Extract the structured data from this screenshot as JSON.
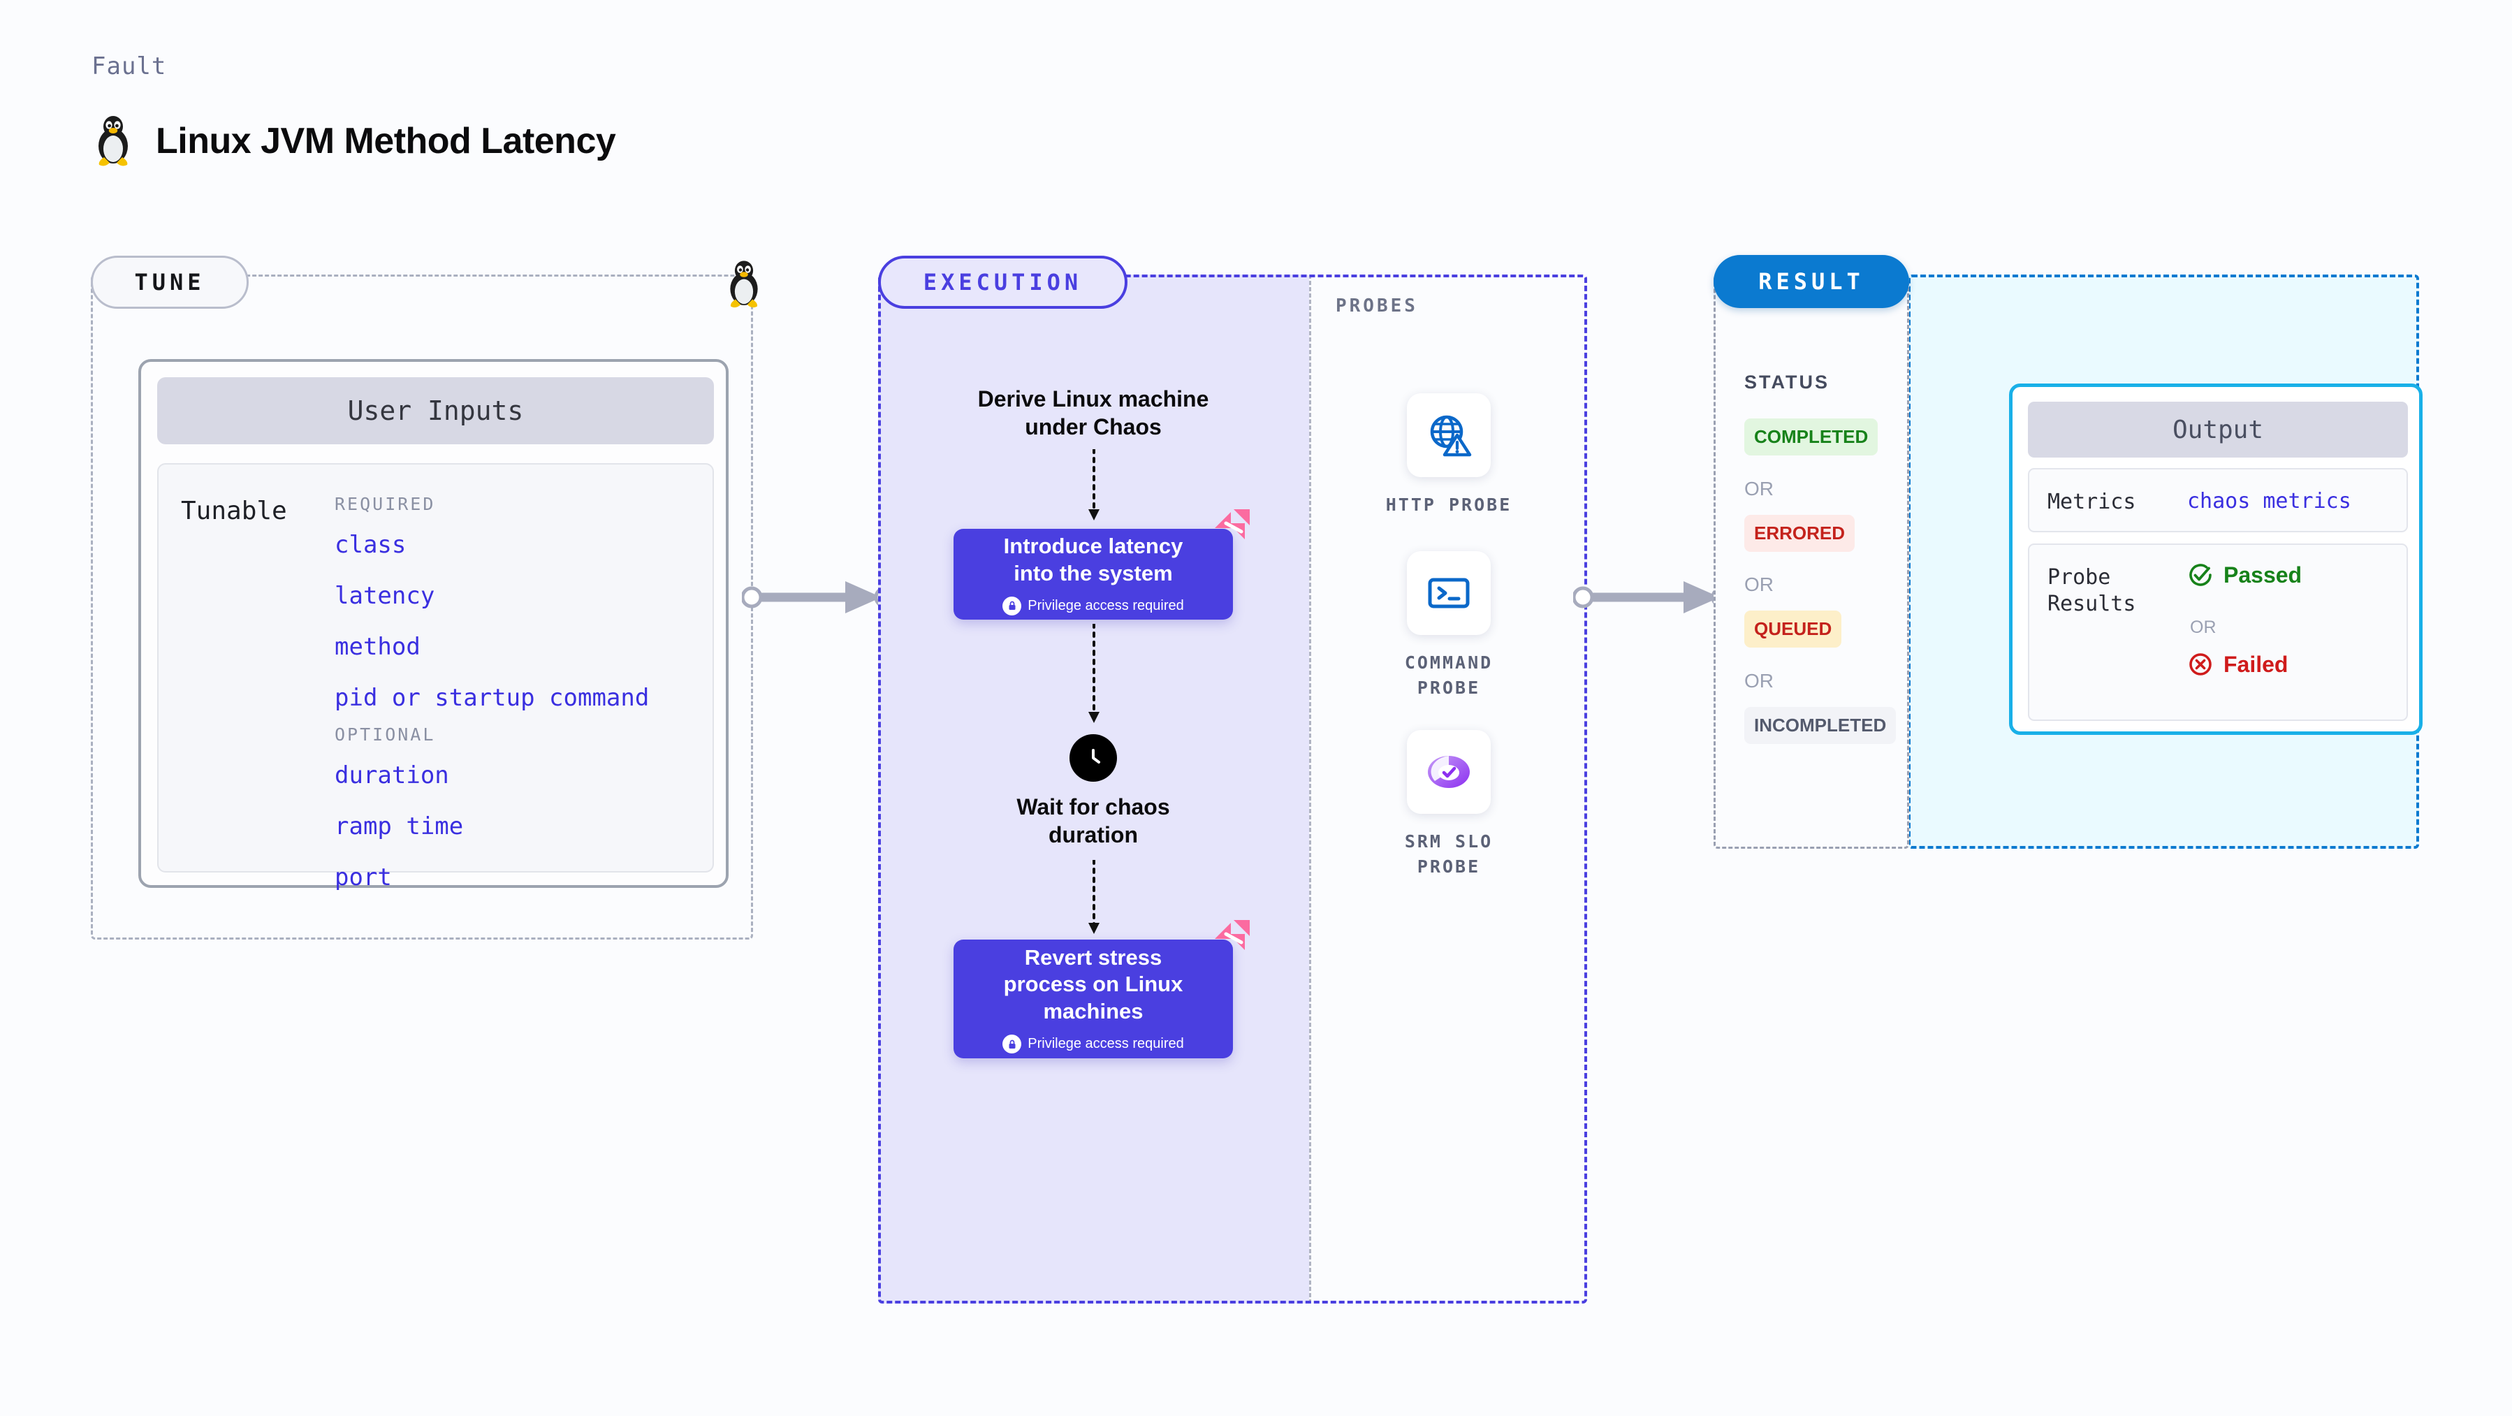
{
  "header": {
    "fault_label": "Fault",
    "title": "Linux JVM Method Latency",
    "icon": "linux-tux-icon"
  },
  "tune": {
    "pill_label": "TUNE",
    "icon": "linux-tux-icon",
    "card_title": "User Inputs",
    "tunable_label": "Tunable",
    "required_heading": "REQUIRED",
    "optional_heading": "OPTIONAL",
    "required": [
      "class",
      "latency",
      "method",
      "pid or startup command"
    ],
    "optional": [
      "duration",
      "ramp time",
      "port"
    ]
  },
  "execution": {
    "pill_label": "EXECUTION",
    "derive_caption": "Derive Linux machine\nunder Chaos",
    "node1": {
      "title": "Introduce latency\ninto the system",
      "sub": "Privilege access required",
      "badge": "harness-logo-icon",
      "lock": "lock-icon"
    },
    "wait": {
      "icon": "clock-icon",
      "caption": "Wait for chaos\nduration"
    },
    "node2": {
      "title": "Revert stress\nprocess on Linux\nmachines",
      "sub": "Privilege access required",
      "badge": "harness-logo-icon",
      "lock": "lock-icon"
    }
  },
  "probes": {
    "heading": "PROBES",
    "items": [
      {
        "label": "HTTP  PROBE",
        "icon": "globe-warning-icon"
      },
      {
        "label": "COMMAND\nPROBE",
        "icon": "terminal-icon"
      },
      {
        "label": "SRM  SLO\nPROBE",
        "icon": "slo-donut-check-icon"
      }
    ]
  },
  "result": {
    "pill_label": "RESULT",
    "status_heading": "STATUS",
    "or_label": "OR",
    "statuses": [
      {
        "label": "COMPLETED",
        "bg": "#e2f6e0",
        "fg": "#17821a"
      },
      {
        "label": "ERRORED",
        "bg": "#fdeae8",
        "fg": "#c4221c"
      },
      {
        "label": "QUEUED",
        "bg": "#fdefc9",
        "fg": "#c4221c"
      },
      {
        "label": "INCOMPLETED",
        "bg": "#f2f3f7",
        "fg": "#545a6d"
      }
    ],
    "output": {
      "title": "Output",
      "metrics_label": "Metrics",
      "metrics_value": "chaos metrics",
      "probe_results_label": "Probe\nResults",
      "passed_label": "Passed",
      "passed_icon": "check-circle-icon",
      "failed_label": "Failed",
      "failed_icon": "x-circle-icon",
      "or_label": "OR"
    }
  },
  "colors": {
    "accent_purple": "#4a3fe0",
    "accent_blue": "#0b7ad0",
    "accent_cyan": "#19b0e8",
    "pink": "#fb6ba0",
    "green": "#17821a",
    "red": "#cf1b1b"
  }
}
